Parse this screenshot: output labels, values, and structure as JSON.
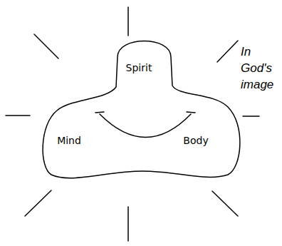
{
  "diagram": {
    "nodes": [
      {
        "text": [
          "Spirit",
          "Mind",
          "Body"
        ]
      }
    ],
    "labels": [
      "In God's image"
    ]
  }
}
